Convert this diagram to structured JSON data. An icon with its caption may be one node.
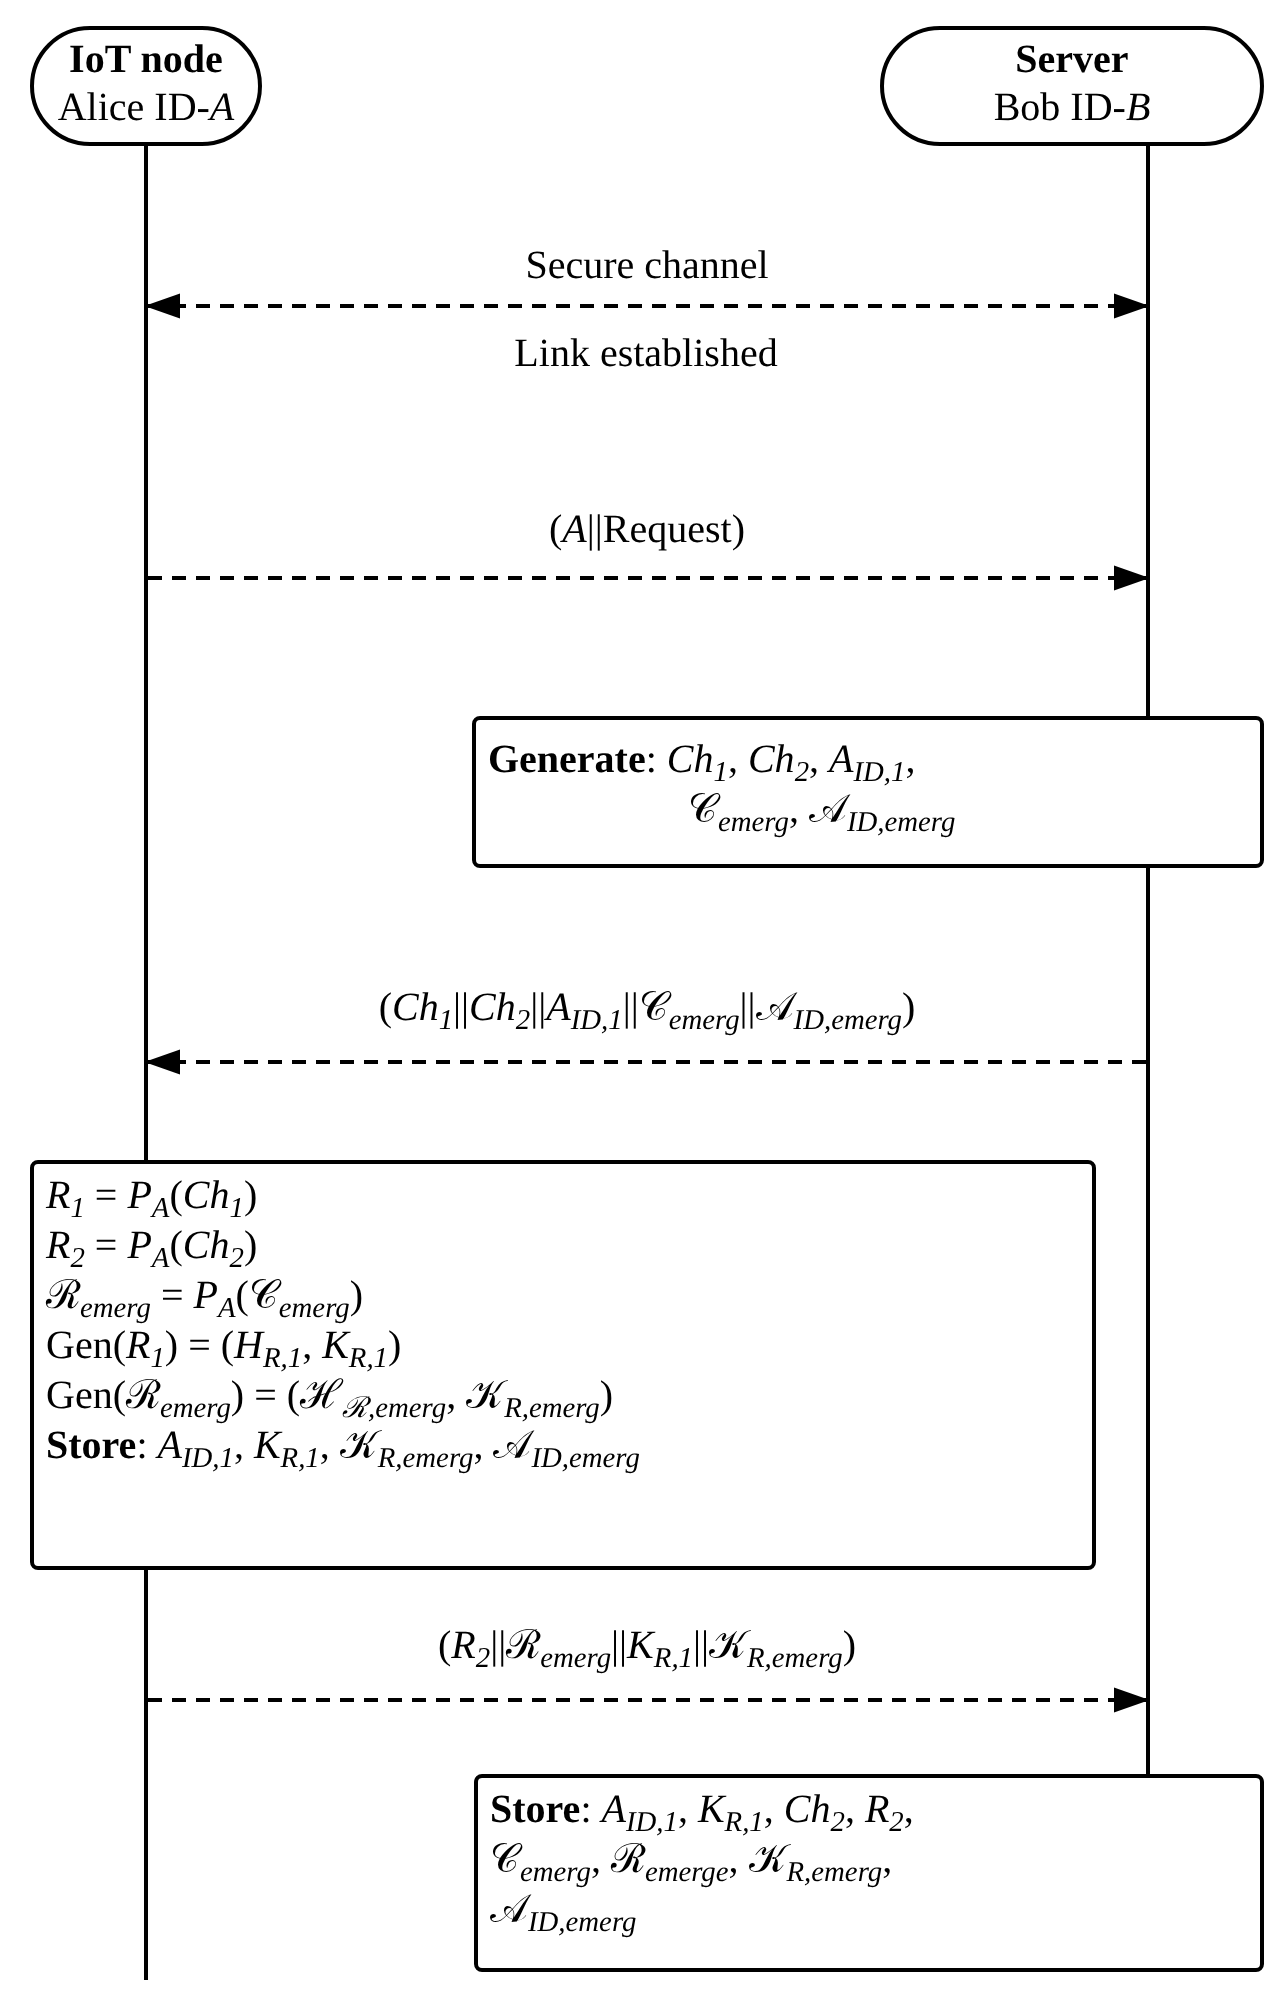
{
  "diagram": {
    "nodes": [
      {
        "text": [
          "IoT node",
          "Alice ID-*A*"
        ]
      },
      {
        "text": [
          "Server",
          "Bob ID-*B*"
        ]
      },
      {
        "text": [
          "**Generate**: *Ch*$_{1}$, *Ch*$_{2}$, *A*$_{ID,1}$, 𝒞$_{emerg}$, 𝒜$_{ID,emerg}$"
        ]
      },
      {
        "text": [
          "*R*$_{1}$ = *P*$_{A}$(*Ch*$_{1}$)",
          "*R*$_{2}$ = *P*$_{A}$(*Ch*$_{2}$)",
          "ℛ$_{emerg}$ = *P*$_{A}$(𝒞$_{emerg}$)",
          "Gen(*R*$_{1}$) = (*H*$_{R,1}$, *K*$_{R,1}$)",
          "Gen(ℛ$_{emerg}$) = (ℋ$_{ℛ,emerg}$, 𝒦$_{R,emerg}$)",
          "**Store**: *A*$_{ID,1}$, *K*$_{R,1}$, 𝒦$_{R,emerg}$, 𝒜$_{ID,emerg}$"
        ]
      },
      {
        "text": [
          "**Store**: *A*$_{ID,1}$, *K*$_{R,1}$, *Ch*$_{2}$, *R*$_{2}$, 𝒞$_{emerg}$, ℛ$_{emerge}$, 𝒦$_{R,emerg}$, 𝒜$_{ID,emerg}$"
        ]
      },
      {
        "text": [],
        "shape": "bar"
      },
      {
        "text": [],
        "shape": "bar"
      }
    ],
    "edges": [
      {
        "from": 5,
        "to": 6,
        "arrow": "both",
        "style": "dashed",
        "label": "Secure channel"
      },
      {
        "from": 5,
        "to": 6,
        "arrow": "to",
        "style": "dashed",
        "label": "(*A*||Request)"
      },
      {
        "from": 6,
        "to": 5,
        "arrow": "to",
        "style": "dashed",
        "label": "(*Ch*$_{1}$||*Ch*$_{2}$||*A*$_{ID,1}$||𝒞$_{emerg}$||𝒜$_{ID,emerg}$)"
      },
      {
        "from": 5,
        "to": 6,
        "arrow": "to",
        "style": "dashed",
        "label": "(*R*$_{2}$||ℛ$_{emerg}$||*K*$_{R,1}$||𝒦$_{R,emerg}$)"
      }
    ],
    "labels": [
      "Link established"
    ]
  }
}
